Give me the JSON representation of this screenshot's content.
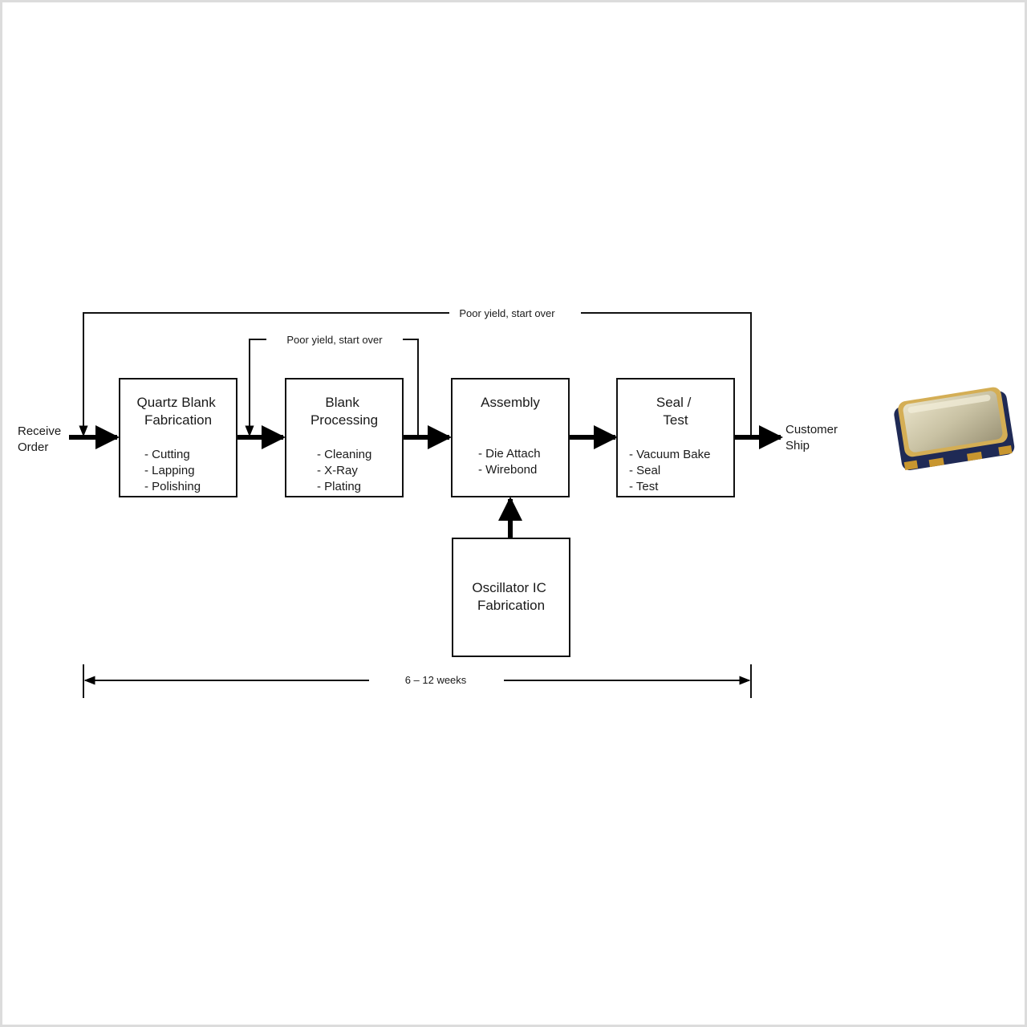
{
  "diagram": {
    "start_label": [
      "Receive",
      "Order"
    ],
    "end_label": [
      "Customer",
      "Ship"
    ],
    "feedback_outer": "Poor yield, start over",
    "feedback_inner": "Poor yield, start over",
    "duration": "6 – 12 weeks",
    "stages": [
      {
        "title": [
          "Quartz Blank",
          "Fabrication"
        ],
        "items": [
          "- Cutting",
          "- Lapping",
          "- Polishing"
        ]
      },
      {
        "title": [
          "Blank",
          "Processing"
        ],
        "items": [
          "- Cleaning",
          "- X-Ray",
          "- Plating"
        ]
      },
      {
        "title": [
          "Assembly"
        ],
        "items": [
          "- Die Attach",
          "- Wirebond"
        ]
      },
      {
        "title": [
          "Seal /",
          "Test"
        ],
        "items": [
          "- Vacuum Bake",
          "- Seal",
          "- Test"
        ]
      }
    ],
    "side_input": {
      "title": [
        "Oscillator IC",
        "Fabrication"
      ]
    },
    "product_image": "crystal-oscillator-package"
  }
}
